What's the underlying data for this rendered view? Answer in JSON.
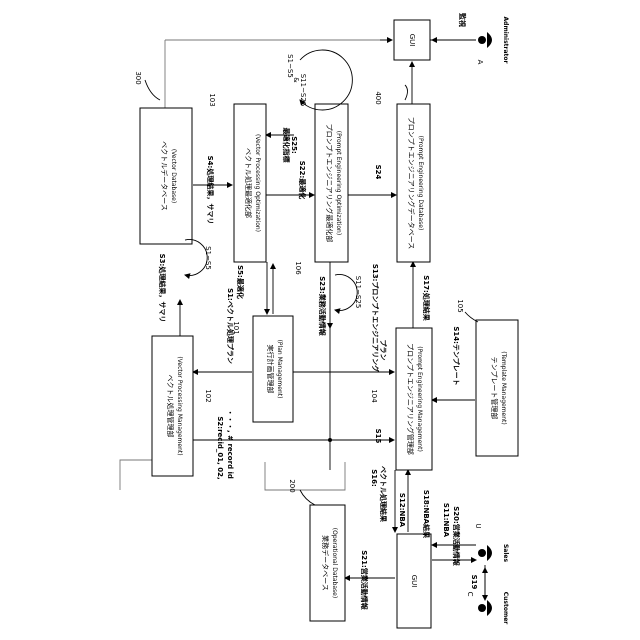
{
  "nodes": {
    "vector_db": {
      "jp": "ベクトルデータベース",
      "en": "(Vector Database)",
      "ref": "300"
    },
    "vpo": {
      "jp": "ベクトル処理最適化部",
      "en": "(Vector Processing Optimization)",
      "ref": "103"
    },
    "peo": {
      "jp": "プロンプトエンジニアリング最適化部",
      "en": "(Prompt Engineering Optimization)",
      "ref": "106"
    },
    "ped": {
      "jp": "プロンプトエンジニアリングデータベース",
      "en": "(Prompt Engineering Database)",
      "ref": "400"
    },
    "gui_top": {
      "label": "GUI"
    },
    "admin": {
      "label": "Administrator",
      "ref": "A"
    },
    "vpm": {
      "jp": "ベクトル処理管理部",
      "en": "(Vector Processing Management)",
      "ref": "102"
    },
    "plan": {
      "jp": "実行計画管理部",
      "en": "(Plan Management)",
      "ref": "101"
    },
    "pem": {
      "jp": "プロンプトエンジニアリング管理部",
      "en": "(Prompt Engineering Management)",
      "ref": "104"
    },
    "tm": {
      "jp": "テンプレート管理部",
      "en": "(Template Management)",
      "ref": "105"
    },
    "op_db": {
      "jp": "業務データベース",
      "en": "(Operational Database)",
      "ref": "200"
    },
    "gui_bottom": {
      "label": "GUI"
    },
    "sales": {
      "label": "Sales",
      "ref": "U"
    },
    "customer": {
      "label": "Customer",
      "ref": "C"
    }
  },
  "labels": {
    "monitor": "監視",
    "s4": "S4:処理結果，サマリ",
    "s25": "S25:",
    "s25b": "最適化指標",
    "s22": "S22:最適化",
    "s24": "S24",
    "loop_top_a": "S1~S5",
    "loop_top_amp": "&",
    "loop_top_b": "S11~S25",
    "s3": "S3:処理結果，サマリ",
    "loop_mid": "S1~S5",
    "s5": "S5:最適化",
    "s23": "S23:業務活動情報",
    "loop_right": "S11~S25",
    "s17": "S17:処理結果",
    "s1": "S1:ベクトル処理プラン",
    "s13": "S13:プロンプトエンジニアリング",
    "s13b": "プラン",
    "s2": "S2:recid_01, 02,",
    "s2b": "・・・, # record id",
    "s14": "S14:テンプレート",
    "s15": "S15",
    "s16": "S16:",
    "s16b": "ベクトル処理結果",
    "s12": "S12:NBA",
    "s18": "S18:NBA結果",
    "s11": "S11:NBA",
    "s20": "S20:営業活動情報",
    "s21": "S21:営業活動情報",
    "s19": "S19"
  }
}
